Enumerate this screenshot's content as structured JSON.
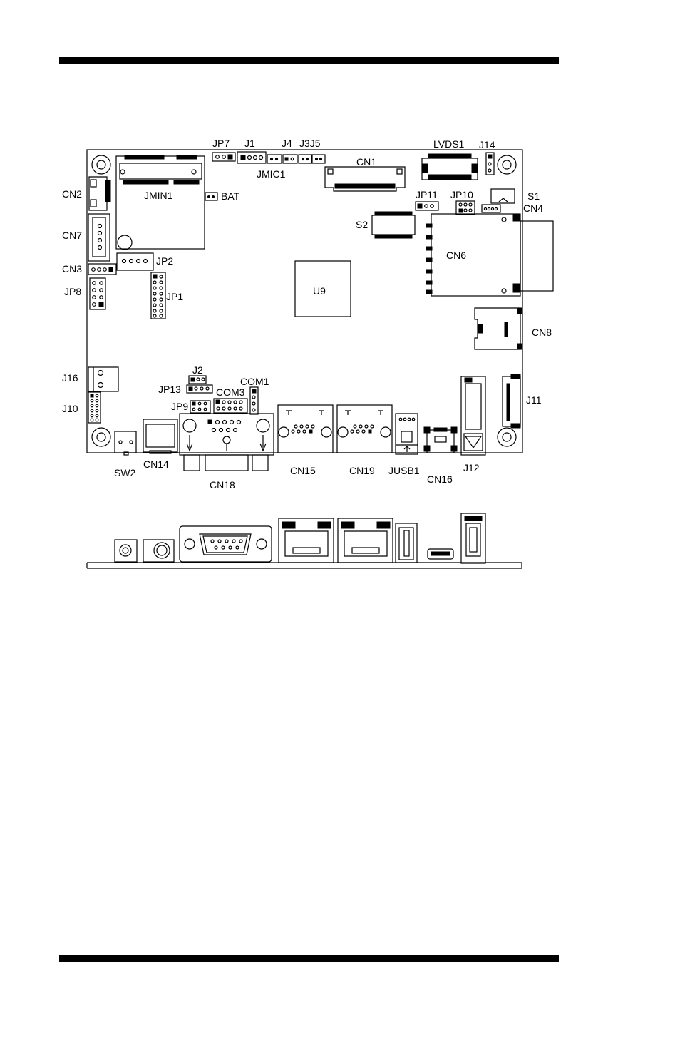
{
  "labels": {
    "jp7": "JP7",
    "j1": "J1",
    "j4": "J4",
    "j3j5": "J3J5",
    "jmic1": "JMIC1",
    "cn1": "CN1",
    "lvds1": "LVDS1",
    "j14": "J14",
    "cn2": "CN2",
    "jmin1": "JMIN1",
    "bat": "BAT",
    "jp11": "JP11",
    "jp10": "JP10",
    "s1": "S1",
    "cn4": "CN4",
    "s2": "S2",
    "cn7": "CN7",
    "cn6": "CN6",
    "jp2": "JP2",
    "cn3": "CN3",
    "jp8": "JP8",
    "jp1": "JP1",
    "u9": "U9",
    "cn8": "CN8",
    "j2": "J2",
    "j16": "J16",
    "com1": "COM1",
    "jp13": "JP13",
    "com3": "COM3",
    "j11": "J11",
    "jp9": "JP9",
    "j10": "J10",
    "sw2": "SW2",
    "cn14": "CN14",
    "cn15": "CN15",
    "cn19": "CN19",
    "jusb1": "JUSB1",
    "j12": "J12",
    "cn16": "CN16",
    "cn18": "CN18"
  }
}
